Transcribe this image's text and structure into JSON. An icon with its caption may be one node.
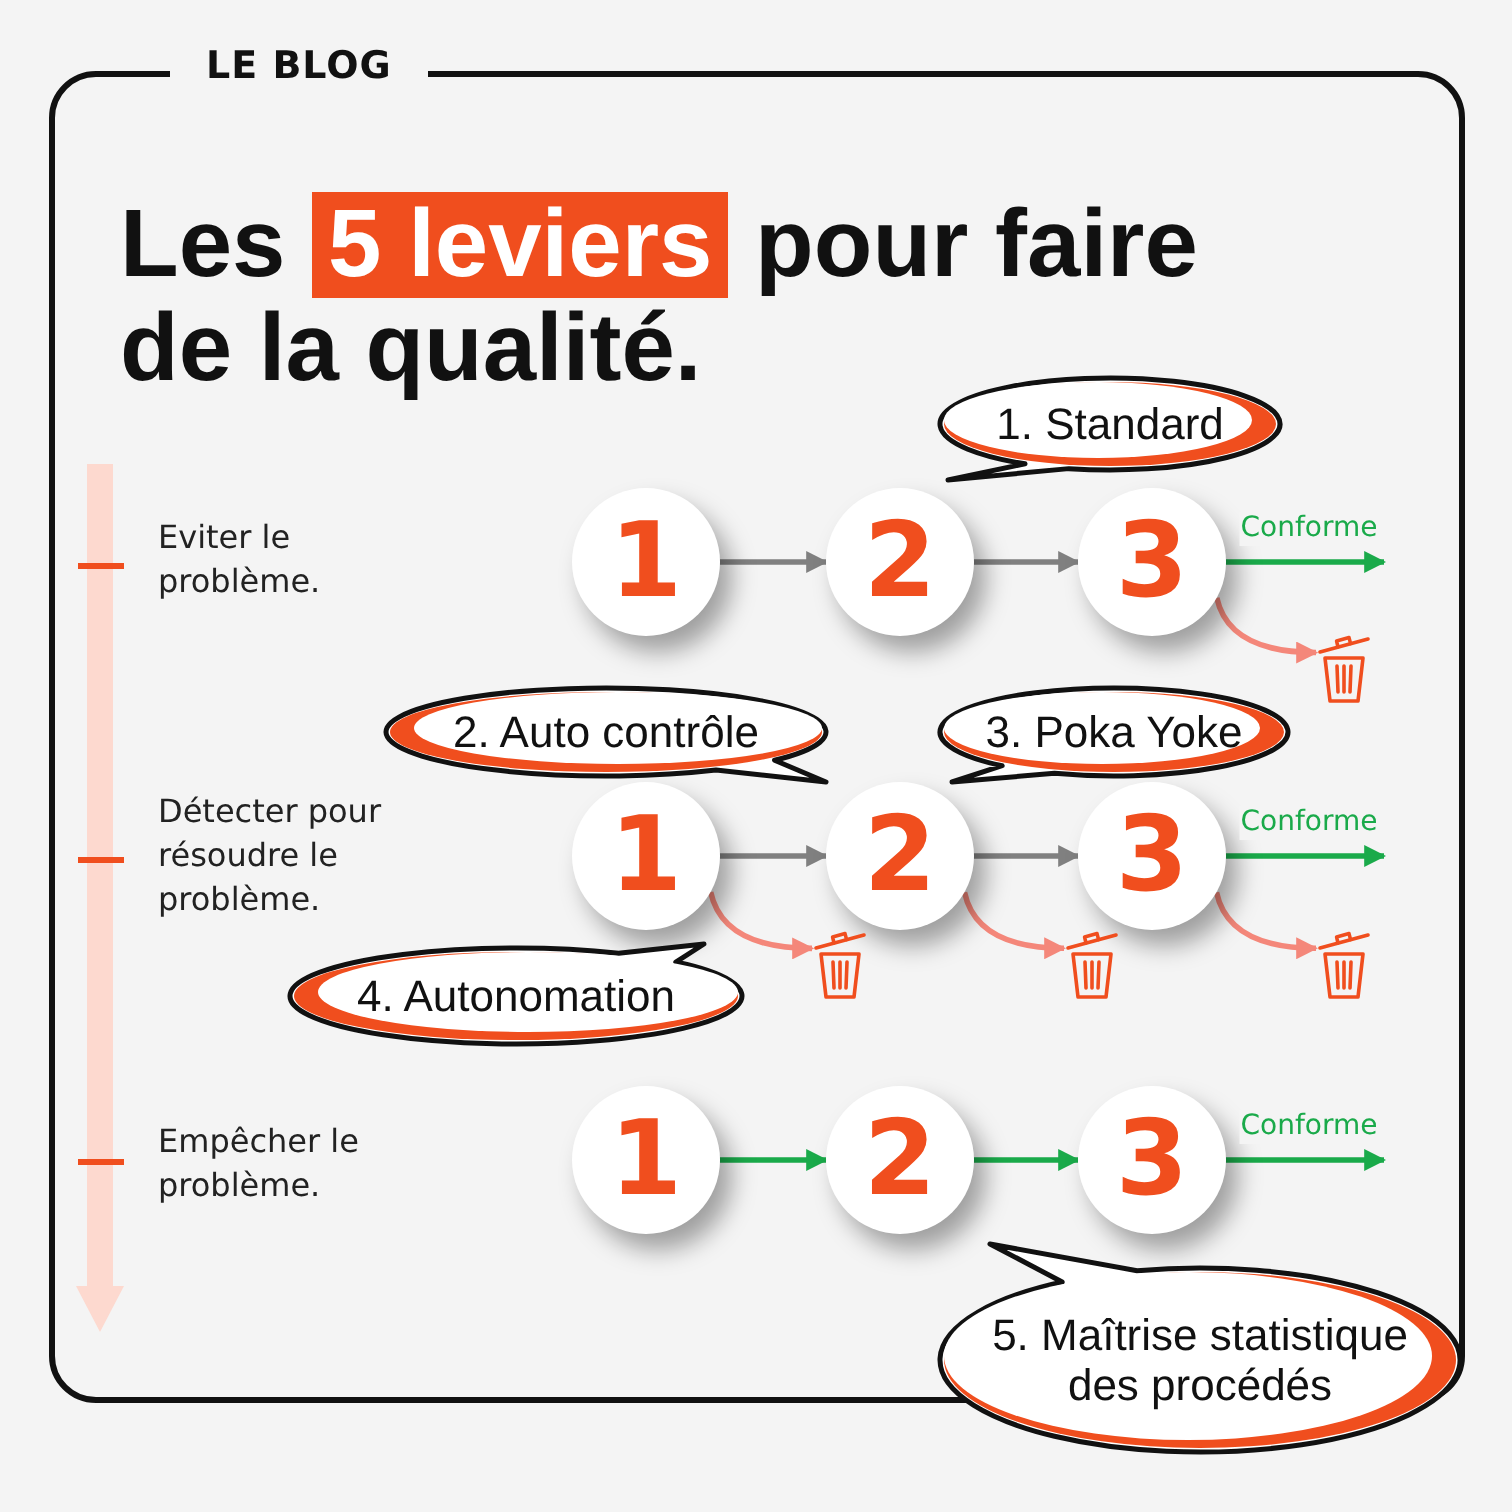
{
  "diagram": {
    "title": "Les **5 leviers** pour faire de la qualité.",
    "nodes": [
      {
        "text": [
          "1. Standard"
        ]
      },
      {
        "text": [
          "1"
        ]
      },
      {
        "text": [
          "2"
        ]
      },
      {
        "text": [
          "3"
        ]
      },
      {
        "text": [],
        "shape": "picture"
      },
      {
        "text": [
          "2. Auto contrôle"
        ]
      },
      {
        "text": [
          "3. Poka Yoke"
        ]
      },
      {
        "text": [
          "1"
        ]
      },
      {
        "text": [
          "2"
        ]
      },
      {
        "text": [
          "3"
        ]
      },
      {
        "text": [],
        "shape": "picture"
      },
      {
        "text": [],
        "shape": "picture"
      },
      {
        "text": [],
        "shape": "picture"
      },
      {
        "text": [
          "4. Autonomation"
        ]
      },
      {
        "text": [
          "1"
        ]
      },
      {
        "text": [
          "2"
        ]
      },
      {
        "text": [
          "3"
        ]
      },
      {
        "text": [
          "5. Maîtrise statistique des procédés"
        ]
      }
    ],
    "edges": [
      {
        "from": 1,
        "to": 2,
        "arrow": "to",
        "color": "#808080"
      },
      {
        "from": 2,
        "to": 3,
        "arrow": "to",
        "color": "#808080"
      },
      {
        "from": 3,
        "to": null,
        "arrow": "to",
        "label": "Conforme"
      },
      {
        "from": 3,
        "to": 4,
        "arrow": "to",
        "color": "#f4877a"
      },
      {
        "from": 7,
        "to": 8,
        "arrow": "to",
        "color": "#808080"
      },
      {
        "from": 8,
        "to": 9,
        "arrow": "to",
        "color": "#808080"
      },
      {
        "from": 9,
        "to": null,
        "arrow": "to",
        "label": "Conforme"
      },
      {
        "from": 7,
        "to": 10,
        "arrow": "to",
        "color": "#f4877a"
      },
      {
        "from": 8,
        "to": 11,
        "arrow": "to",
        "color": "#f4877a"
      },
      {
        "from": 9,
        "to": 12,
        "arrow": "to",
        "color": "#f4877a"
      },
      {
        "from": 14,
        "to": 15,
        "arrow": "to"
      },
      {
        "from": 15,
        "to": 16,
        "arrow": "to"
      },
      {
        "from": 16,
        "to": null,
        "arrow": "to",
        "label": "Conforme"
      }
    ],
    "labels": [
      "LE BLOG",
      "Eviter le problème.",
      "Détecter pour résoudre le problème.",
      "Empêcher le problème."
    ]
  }
}
